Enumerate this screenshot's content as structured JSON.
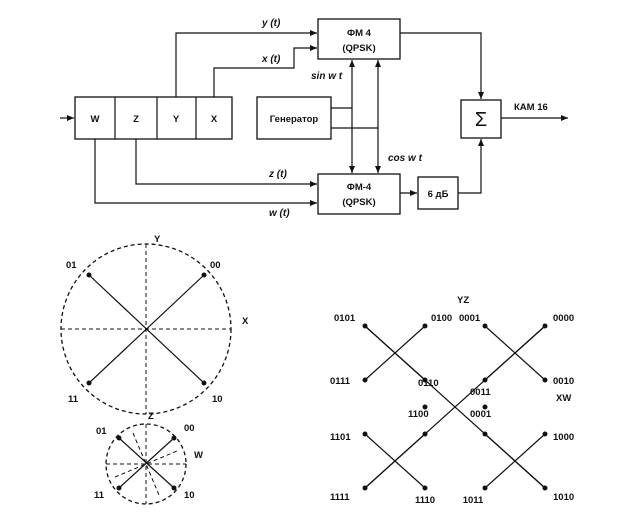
{
  "block_diagram": {
    "register_cells": [
      "W",
      "Z",
      "Y",
      "X"
    ],
    "mod_top": {
      "line1": "ФМ 4",
      "line2": "(QPSK)"
    },
    "mod_bottom": {
      "line1": "ФМ-4",
      "line2": "(QPSK)"
    },
    "generator": "Генератор",
    "attenuator": "6 дБ",
    "summer": "Σ",
    "output": "КАМ 16",
    "signals": {
      "y": "y (t)",
      "x": "x (t)",
      "z": "z (t)",
      "w": "w (t)",
      "sin": "sin w t",
      "cos": "cos w t"
    }
  },
  "qpsk_large": {
    "axis_v": "Y",
    "axis_h": "X",
    "points": [
      {
        "label": "01"
      },
      {
        "label": "00"
      },
      {
        "label": "11"
      },
      {
        "label": "10"
      }
    ]
  },
  "qpsk_small": {
    "axis_v": "Z",
    "axis_h": "W",
    "points": [
      {
        "label": "01"
      },
      {
        "label": "00"
      },
      {
        "label": "11"
      },
      {
        "label": "10"
      }
    ]
  },
  "qam16": {
    "label_top": "YZ",
    "label_right": "XW",
    "points": [
      {
        "label": "0101"
      },
      {
        "label": "0100"
      },
      {
        "label": "0001"
      },
      {
        "label": "0000"
      },
      {
        "label": "0111"
      },
      {
        "label": "0110"
      },
      {
        "label": "0011"
      },
      {
        "label": "0010"
      },
      {
        "label": "1100"
      },
      {
        "label": "0001"
      },
      {
        "label": "1101"
      },
      {
        "label": "1000"
      },
      {
        "label": "1111"
      },
      {
        "label": "1110"
      },
      {
        "label": "1011"
      },
      {
        "label": "1010"
      }
    ]
  }
}
